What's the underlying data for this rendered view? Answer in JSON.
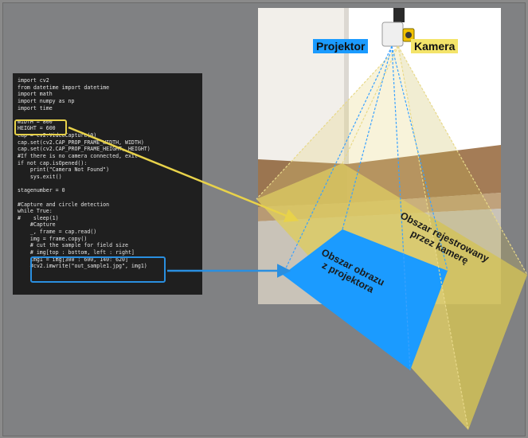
{
  "labels": {
    "projector": "Projektor",
    "camera": "Kamera",
    "captured_area": [
      "Obszar rejestrowany",
      "przez kamerę"
    ],
    "image_area": [
      "Obszar obrazu",
      "z projektora"
    ]
  },
  "code_lines": [
    "import cv2",
    "from datetime import datetime",
    "import math",
    "import numpy as np",
    "import time",
    "",
    "WIDTH = 800",
    "HEIGHT = 600",
    "cap = cv2.VideoCapture(0)",
    "cap.set(cv2.CAP_PROP_FRAME_WIDTH, WIDTH)",
    "cap.set(cv2.CAP_PROP_FRAME_HEIGHT, HEIGHT)",
    "#If there is no camera connected, exit",
    "if not cap.isOpened():",
    "    print(\"Camera Not Found\")",
    "    sys.exit()",
    "",
    "stagenumber = 0",
    "",
    "#Capture and circle detection",
    "while True:",
    "#    sleep(1)",
    "    #Capture",
    "    _, frame = cap.read()",
    "    img = frame.copy()",
    "    # cut the sample for field size",
    "    # img[top : bottom, left : right]",
    "    img1 = img[300 : 600, 140: 620]",
    "    #cv2.imwrite(\"out_sample1.jpg\", img1)"
  ],
  "colors": {
    "background": "#808183",
    "code_background": "#1f1f1f",
    "projector_blue": "#1b9bff",
    "camera_yellow": "#f4e46a",
    "yellow_arrow": "#e8d24a",
    "blue_arrow": "#2a8fe0"
  }
}
